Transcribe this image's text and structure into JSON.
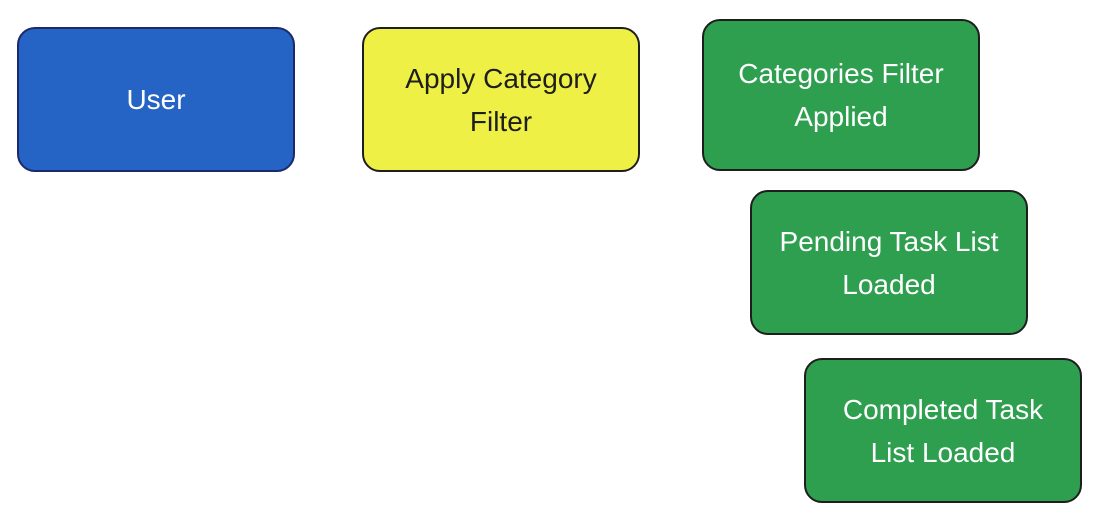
{
  "colors": {
    "actor_fill": "#2563c4",
    "command_fill": "#eef045",
    "event_fill": "#2e9e4f",
    "stroke": "#1e1e1e"
  },
  "nodes": {
    "user": {
      "label": "User",
      "kind": "actor"
    },
    "apply_category_filter": {
      "label": "Apply Category Filter",
      "kind": "command"
    },
    "categories_filter_applied": {
      "label": "Categories Filter Applied",
      "kind": "event"
    },
    "pending_task_list_loaded": {
      "label": "Pending Task List Loaded",
      "kind": "event"
    },
    "completed_task_list_loaded": {
      "label": "Completed Task List Loaded",
      "kind": "event"
    }
  }
}
